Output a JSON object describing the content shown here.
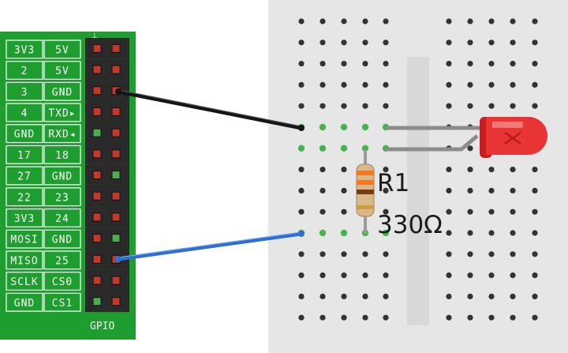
{
  "header_labels": [
    [
      "3V3",
      "5V"
    ],
    [
      "2",
      "5V"
    ],
    [
      "3",
      "GND"
    ],
    [
      "4",
      "TXD▸"
    ],
    [
      "GND",
      "RXD◂"
    ],
    [
      "17",
      "18"
    ],
    [
      "27",
      "GND"
    ],
    [
      "22",
      "23"
    ],
    [
      "3V3",
      "24"
    ],
    [
      "MOSI",
      "GND"
    ],
    [
      "MISO",
      "25"
    ],
    [
      "SCLK",
      "CS0"
    ],
    [
      "GND",
      "CS1"
    ]
  ],
  "gpio_label": "GPIO",
  "resistor": {
    "name": "R1",
    "value": "330Ω"
  },
  "colors": {
    "pcb": "#1e9e2f",
    "breadboard": "#e6e6e6",
    "hole": "#333333",
    "active_hole": "#43b54c",
    "wire_black": "#151515",
    "wire_blue": "#2f6fd0",
    "led": "#e83434",
    "led_leg": "#8c8c8c"
  },
  "wires": [
    {
      "name": "black-jumper-wire",
      "color": "wire_black"
    },
    {
      "name": "blue-jumper-wire",
      "color": "wire_blue"
    }
  ]
}
